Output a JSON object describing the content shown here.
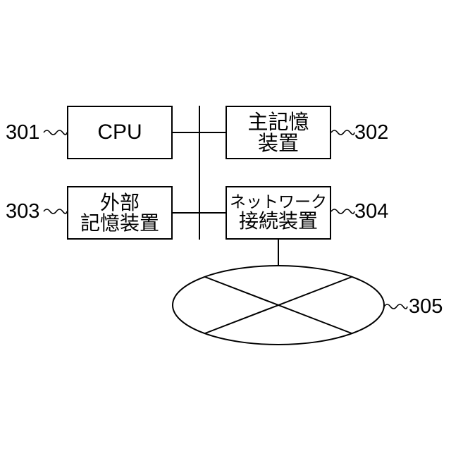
{
  "blocks": {
    "cpu": {
      "ref": "301",
      "lines": [
        "CPU"
      ]
    },
    "main_memory": {
      "ref": "302",
      "lines": [
        "主記憶",
        "装置"
      ]
    },
    "external_storage": {
      "ref": "303",
      "lines": [
        "外部",
        "記憶装置"
      ]
    },
    "network_interface": {
      "ref": "304",
      "lines": [
        "ネットワーク",
        "接続装置"
      ]
    },
    "network": {
      "ref": "305"
    }
  }
}
